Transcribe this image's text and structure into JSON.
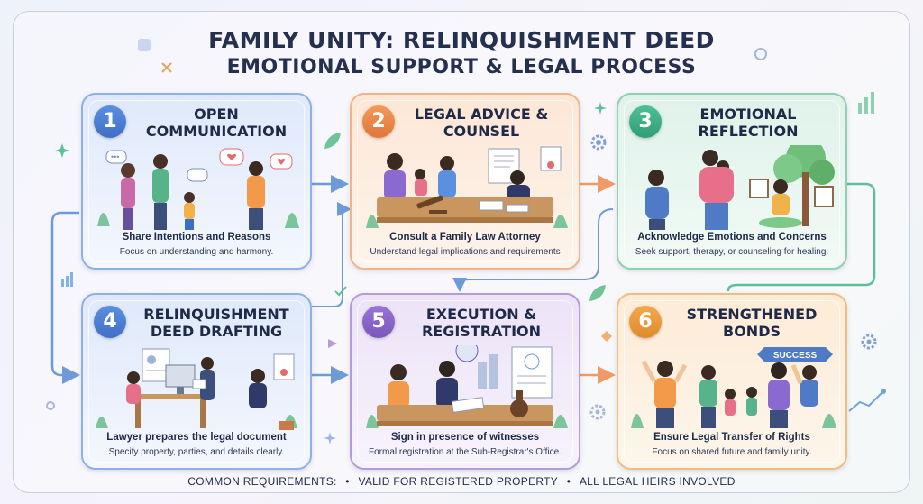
{
  "header": {
    "title_line1": "FAMILY UNITY: RELINQUISHMENT DEED",
    "title_line2": "EMOTIONAL SUPPORT & LEGAL PROCESS"
  },
  "steps": [
    {
      "number": "1",
      "title": "OPEN COMMUNICATION",
      "description": "Share Intentions and Reasons",
      "subtext": "Focus on understanding and harmony.",
      "illustration": "family-talking-illustration"
    },
    {
      "number": "2",
      "title": "LEGAL ADVICE & COUNSEL",
      "description": "Consult a Family Law Attorney",
      "subtext": "Understand legal implications and requirements",
      "illustration": "attorney-meeting-illustration"
    },
    {
      "number": "3",
      "title": "EMOTIONAL REFLECTION",
      "description": "Acknowledge Emotions and Concerns",
      "subtext": "Seek support, therapy, or counseling for healing.",
      "illustration": "reflection-illustration"
    },
    {
      "number": "4",
      "title": "RELINQUISHMENT DEED DRAFTING",
      "description": "Lawyer prepares the legal document",
      "subtext": "Specify property, parties, and details clearly.",
      "illustration": "drafting-illustration"
    },
    {
      "number": "5",
      "title": "EXECUTION & REGISTRATION",
      "description": "Sign in presence of witnesses",
      "subtext": "Formal registration at the Sub-Registrar's Office.",
      "illustration": "signing-illustration"
    },
    {
      "number": "6",
      "title": "STRENGTHENED BONDS",
      "description": "Ensure Legal Transfer of Rights",
      "subtext": "Focus on shared future and family unity.",
      "illustration": "celebration-illustration",
      "banner": "SUCCESS"
    }
  ],
  "footer": {
    "label": "COMMON REQUIREMENTS:",
    "items": [
      "VALID FOR REGISTERED PROPERTY",
      "ALL LEGAL HEIRS INVOLVED"
    ],
    "bullet": "•"
  },
  "colors": {
    "step1": "#5b8fe0",
    "step2": "#f29a5a",
    "step3": "#4fbf96",
    "step4": "#5b8fe0",
    "step5": "#9a74d6",
    "step6": "#f3a94c",
    "connector": "#6f9ad8",
    "title": "#25304f"
  }
}
